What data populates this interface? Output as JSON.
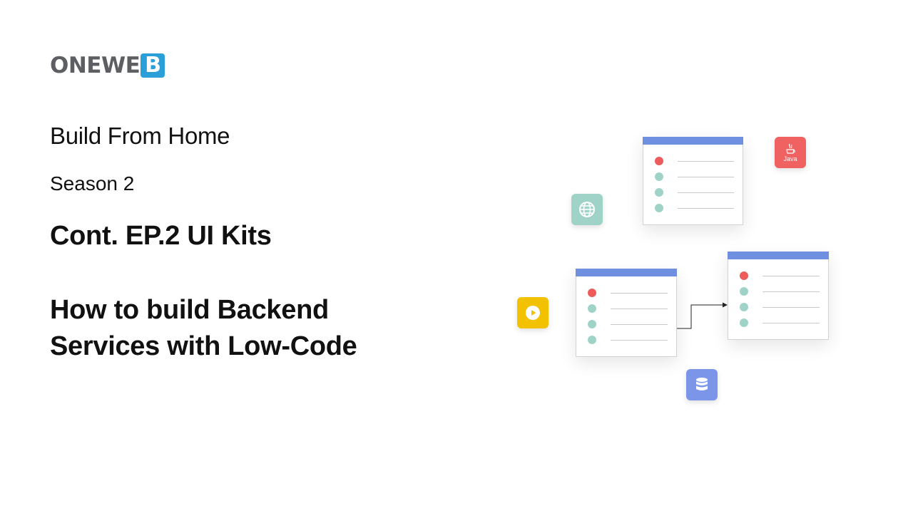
{
  "logo": {
    "text": "ONEWE",
    "mark": "B",
    "brand_color": "#2a9fd8",
    "text_color": "#5d5f63"
  },
  "slide": {
    "series": "Build From Home",
    "season": "Season 2",
    "episode": "Cont. EP.2 UI Kits",
    "topic_line1": "How to build Backend",
    "topic_line2": "Services with Low-Code"
  },
  "illustration": {
    "window_bar_color": "#6f8fe0",
    "dot_colors": [
      "#ee5b5b",
      "#9fd3c7",
      "#9fd3c7",
      "#9fd3c7"
    ],
    "badges": [
      {
        "name": "java-icon",
        "label": "Java",
        "color": "#f06262"
      },
      {
        "name": "globe-icon",
        "color": "#9fd3c7"
      },
      {
        "name": "play-icon",
        "color": "#f2c200"
      },
      {
        "name": "database-icon",
        "color": "#7b96e8"
      }
    ]
  }
}
